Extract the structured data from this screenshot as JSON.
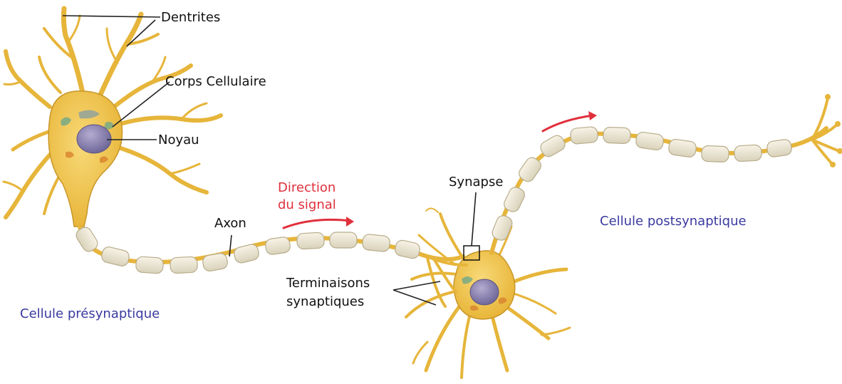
{
  "labels": {
    "dentrites": "Dentrites",
    "corps_cellulaire": "Corps Cellulaire",
    "noyau": "Noyau",
    "axon": "Axon",
    "direction_line1": "Direction",
    "direction_line2": "du signal",
    "synapse": "Synapse",
    "terminaisons_line1": "Terminaisons",
    "terminaisons_line2": "synaptiques",
    "cellule_presynaptique": "Cellule présynaptique",
    "cellule_postsynaptique": "Cellule postsynaptique"
  },
  "colors": {
    "label_text": "#111111",
    "cell_caption": "#3a3aa0",
    "signal_direction": "#e0303c",
    "neuron_body": "#f2c542",
    "neuron_outline": "#c8962a",
    "myelin_sheath": "#ece7d6",
    "nucleus": "#8b82ad"
  }
}
